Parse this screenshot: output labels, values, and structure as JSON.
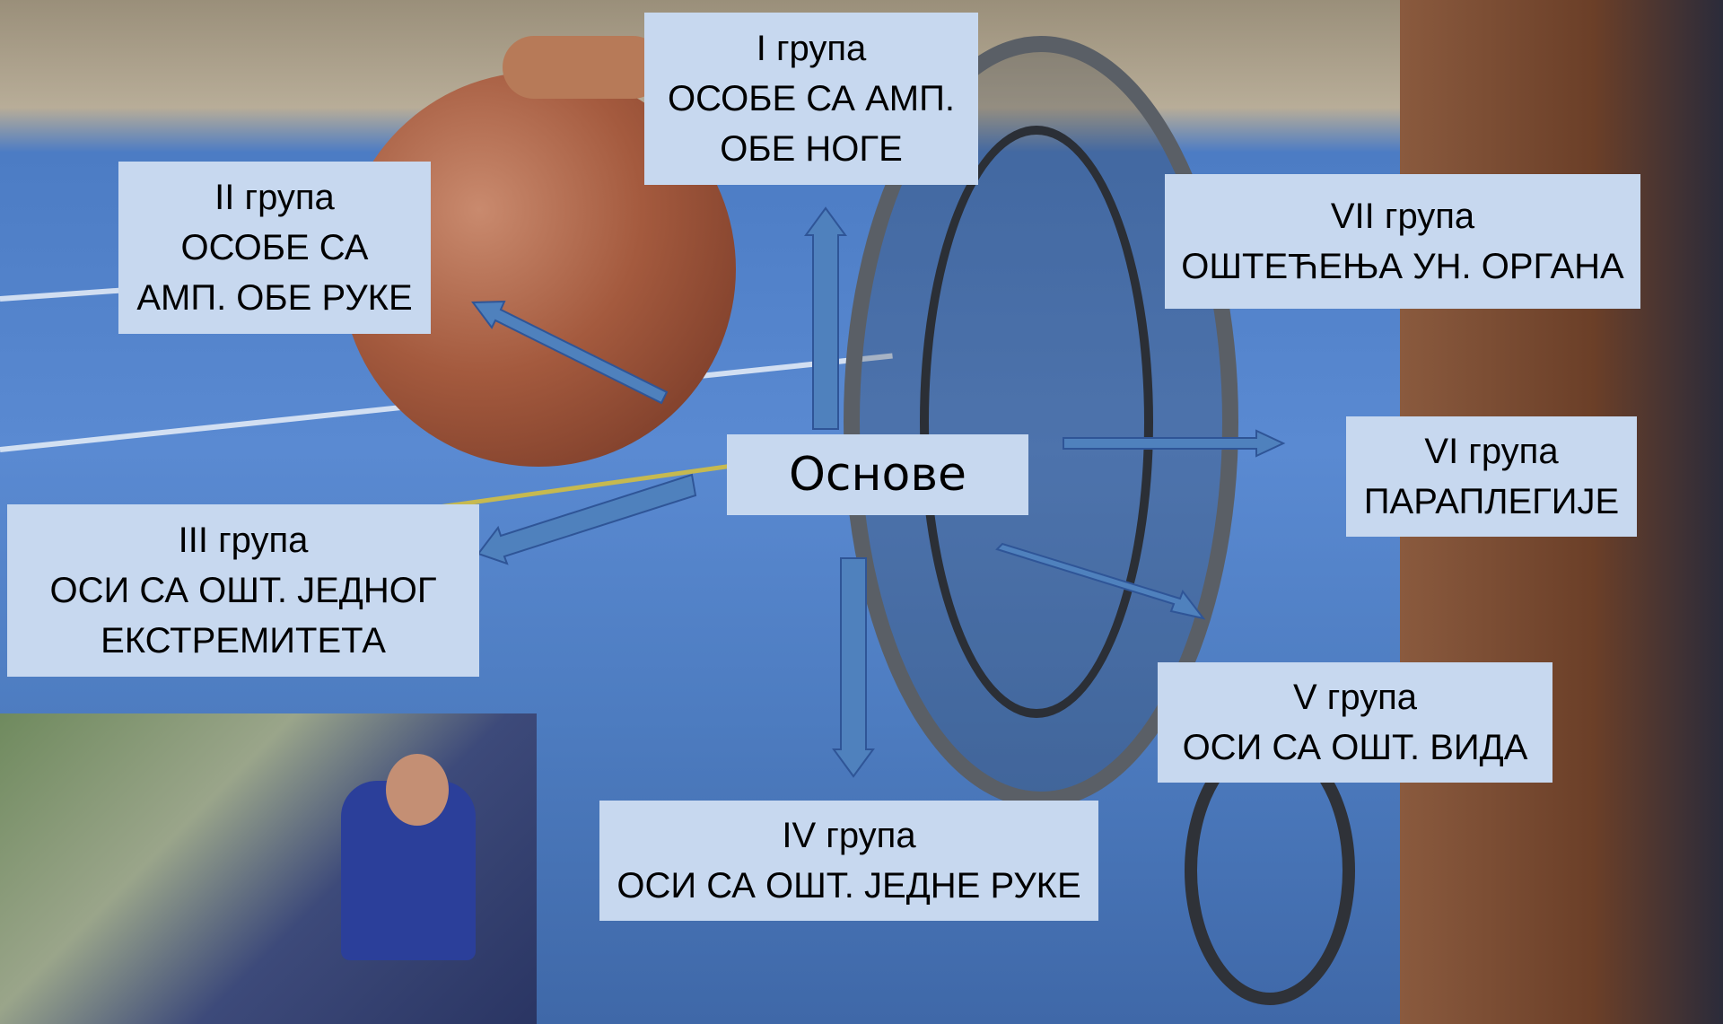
{
  "center": {
    "label": "Основе"
  },
  "groups": [
    {
      "title": "I група",
      "lines": [
        "ОСОБЕ СА АМП.",
        "ОБЕ НОГЕ"
      ]
    },
    {
      "title": "II група",
      "lines": [
        "ОСОБЕ СА",
        "АМП. ОБЕ РУКЕ"
      ]
    },
    {
      "title": "III група",
      "lines": [
        "ОСИ СА ОШТ. ЈЕДНОГ",
        "ЕКСТРЕМИТЕТА"
      ]
    },
    {
      "title": "IV група",
      "lines": [
        "ОСИ СА ОШТ. ЈЕДНЕ РУКЕ"
      ]
    },
    {
      "title": "V група",
      "lines": [
        "ОСИ СА ОШТ. ВИДА"
      ]
    },
    {
      "title": "VI група",
      "lines": [
        "ПАРАПЛЕГИЈЕ"
      ]
    },
    {
      "title": "VII група",
      "lines": [
        "ОШТЕЋЕЊА УН. ОРГАНА"
      ]
    }
  ],
  "colors": {
    "box_fill": "#c7d8ef",
    "arrow_fill": "#4f81bd",
    "arrow_stroke": "#2f5597"
  }
}
